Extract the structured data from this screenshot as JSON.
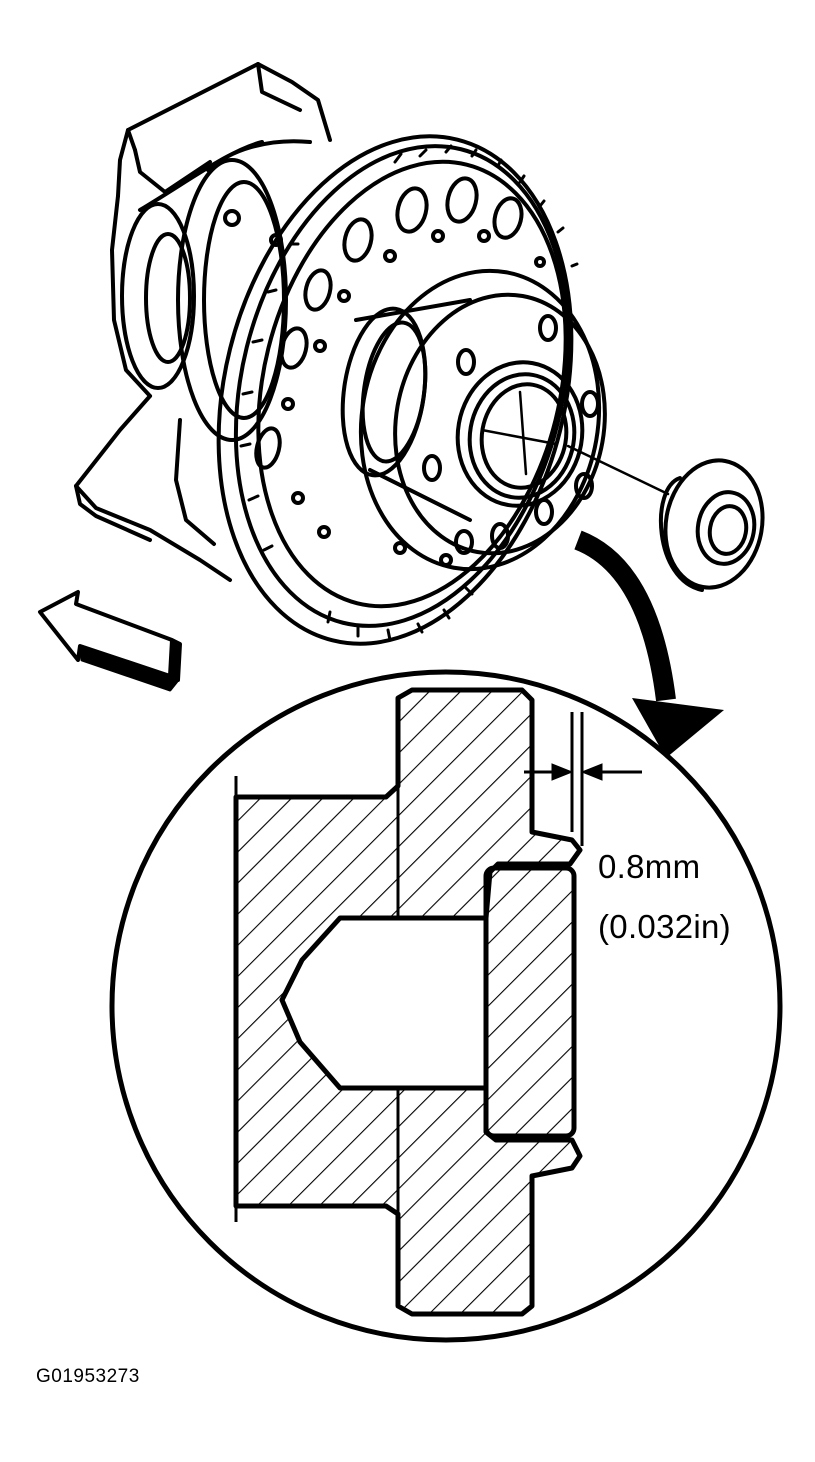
{
  "figure": {
    "callout": {
      "metric": "0.8mm",
      "imperial": "(0.032in)"
    },
    "figure_id": "G01953273",
    "line_color": "#000000",
    "background": "#ffffff"
  }
}
